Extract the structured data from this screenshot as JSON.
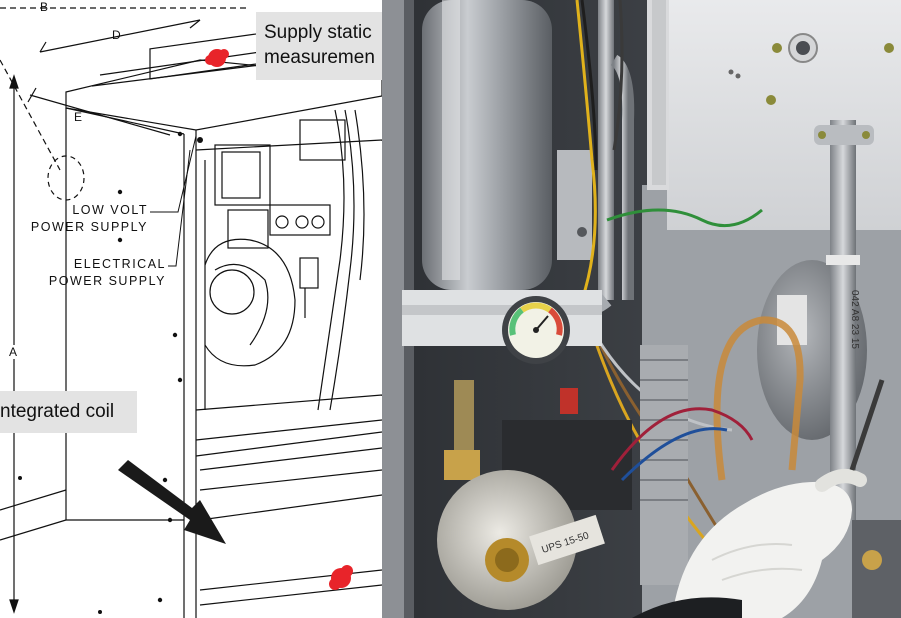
{
  "left_panel": {
    "callouts": {
      "supply_static_line1": "Supply static",
      "supply_static_line2": "measuremen",
      "integrated_coil": "ntegrated coil"
    },
    "labels": {
      "low_volt_line1": "LOW VOLT",
      "low_volt_line2": "POWER SUPPLY",
      "electrical_line1": "ELECTRICAL",
      "electrical_line2": "POWER SUPPLY"
    },
    "dimension_letters": {
      "b": "B",
      "d": "D",
      "e": "E",
      "a": "A"
    },
    "colors": {
      "callout_background": "#e3e3e3",
      "marker": "#e8242a",
      "line_art": "#111111"
    }
  },
  "right_panel": {
    "printed_text": {
      "pump_model": "UPS 15-50",
      "fan_label": "042 A8 23 15"
    },
    "colors": {
      "gauge_face": "#f2f2e6",
      "gauge_green": "#58c178",
      "gauge_yellow": "#e8d24a",
      "gauge_red": "#d94b3a",
      "copper_pipe": "#c98a3a",
      "glove": "#f2f2f0"
    }
  }
}
